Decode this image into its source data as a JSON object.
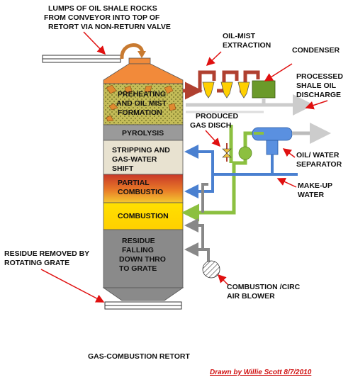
{
  "colors": {
    "hopper": "#f28a3a",
    "preheat": "#c8c060",
    "pyrolysis": "#9a9a9a",
    "stripping": "#e8e2d0",
    "partial_top": "#d84a2a",
    "partial_bottom": "#f0c030",
    "combustion": "#ffee00",
    "residue": "#8a8a8a",
    "gas_pipe": "#b04030",
    "oil_pipe": "#cccccc",
    "green_pipe": "#8cc040",
    "blue_pipe": "#4a80d0",
    "vessel_yellow": "#ffd000",
    "condenser": "#6b9a2a",
    "separator": "#5a90e0",
    "arrow_red": "#e01010"
  },
  "icons": [
    "valve-icon",
    "blower-icon",
    "cyclone-icon",
    "pump-icon",
    "separator-icon",
    "condenser-icon"
  ],
  "labels": {
    "feed": [
      "LUMPS OF OIL SHALE ROCKS",
      "FROM CONVEYOR INTO TOP OF",
      "RETORT VIA NON-RETURN VALVE"
    ],
    "oil_mist": [
      "OIL-MIST",
      "EXTRACTION"
    ],
    "condenser": "CONDENSER",
    "processed": [
      "PROCESSED",
      "SHALE OIL",
      "DISCHARGE"
    ],
    "produced_gas": [
      "PRODUCED",
      "GAS DISCH"
    ],
    "separator": [
      "OIL/ WATER",
      "SEPARATOR"
    ],
    "makeup": [
      "MAKE-UP",
      "WATER"
    ],
    "residue_removed": [
      "RESIDUE REMOVED BY",
      "ROTATING GRATE"
    ],
    "blower": [
      "COMBUSTION /CIRC",
      "AIR BLOWER"
    ],
    "title": "GAS-COMBUSTION RETORT",
    "credit": "Drawn by Willie Scott 8/7/2010"
  },
  "zones": {
    "preheating": [
      "PREHEATING",
      "AND OIL MIST",
      "FORMATION"
    ],
    "pyrolysis": "PYROLYSIS",
    "stripping": [
      "STRIPPING AND",
      "GAS-WATER",
      "SHIFT"
    ],
    "partial": [
      "PARTIAL",
      "COMBUSTIO"
    ],
    "combustion": "COMBUSTION",
    "residue": [
      "RESIDUE",
      "FALLING",
      "DOWN THRO",
      "TO GRATE"
    ]
  }
}
